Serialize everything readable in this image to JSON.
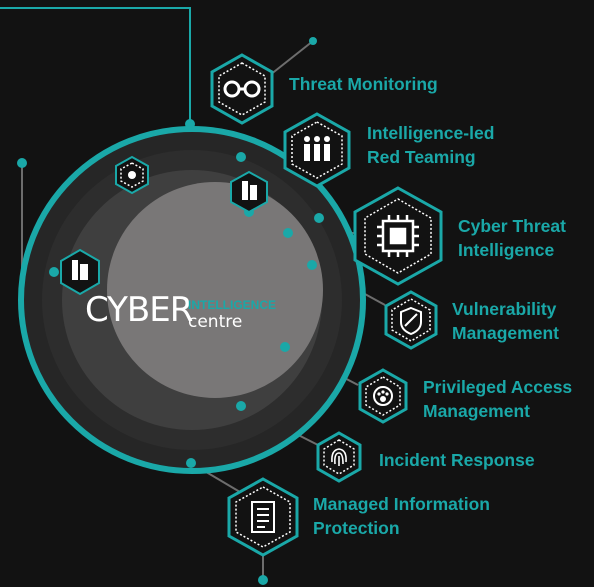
{
  "brand": {
    "big": "CYBER",
    "small_top": "INTELLIGENCE",
    "small_bottom": "centre"
  },
  "services": [
    {
      "line1": "Threat Monitoring",
      "line2": "",
      "icon": "glasses-icon"
    },
    {
      "line1": "Intelligence-led",
      "line2": "Red Teaming",
      "icon": "team-icon"
    },
    {
      "line1": "Cyber Threat",
      "line2": "Intelligence",
      "icon": "chip-icon"
    },
    {
      "line1": "Vulnerability",
      "line2": "Management",
      "icon": "shield-icon"
    },
    {
      "line1": "Privileged Access",
      "line2": "Management",
      "icon": "paw-badge-icon"
    },
    {
      "line1": "Incident Response",
      "line2": "",
      "icon": "fingerprint-icon"
    },
    {
      "line1": "Managed Information",
      "line2": "Protection",
      "icon": "document-icon"
    }
  ],
  "colors": {
    "accent": "#1aa8a8",
    "background": "#121212",
    "ring_dark": "#2d2d2d",
    "ring_mid": "#3f3f3f",
    "core": "#797777"
  }
}
